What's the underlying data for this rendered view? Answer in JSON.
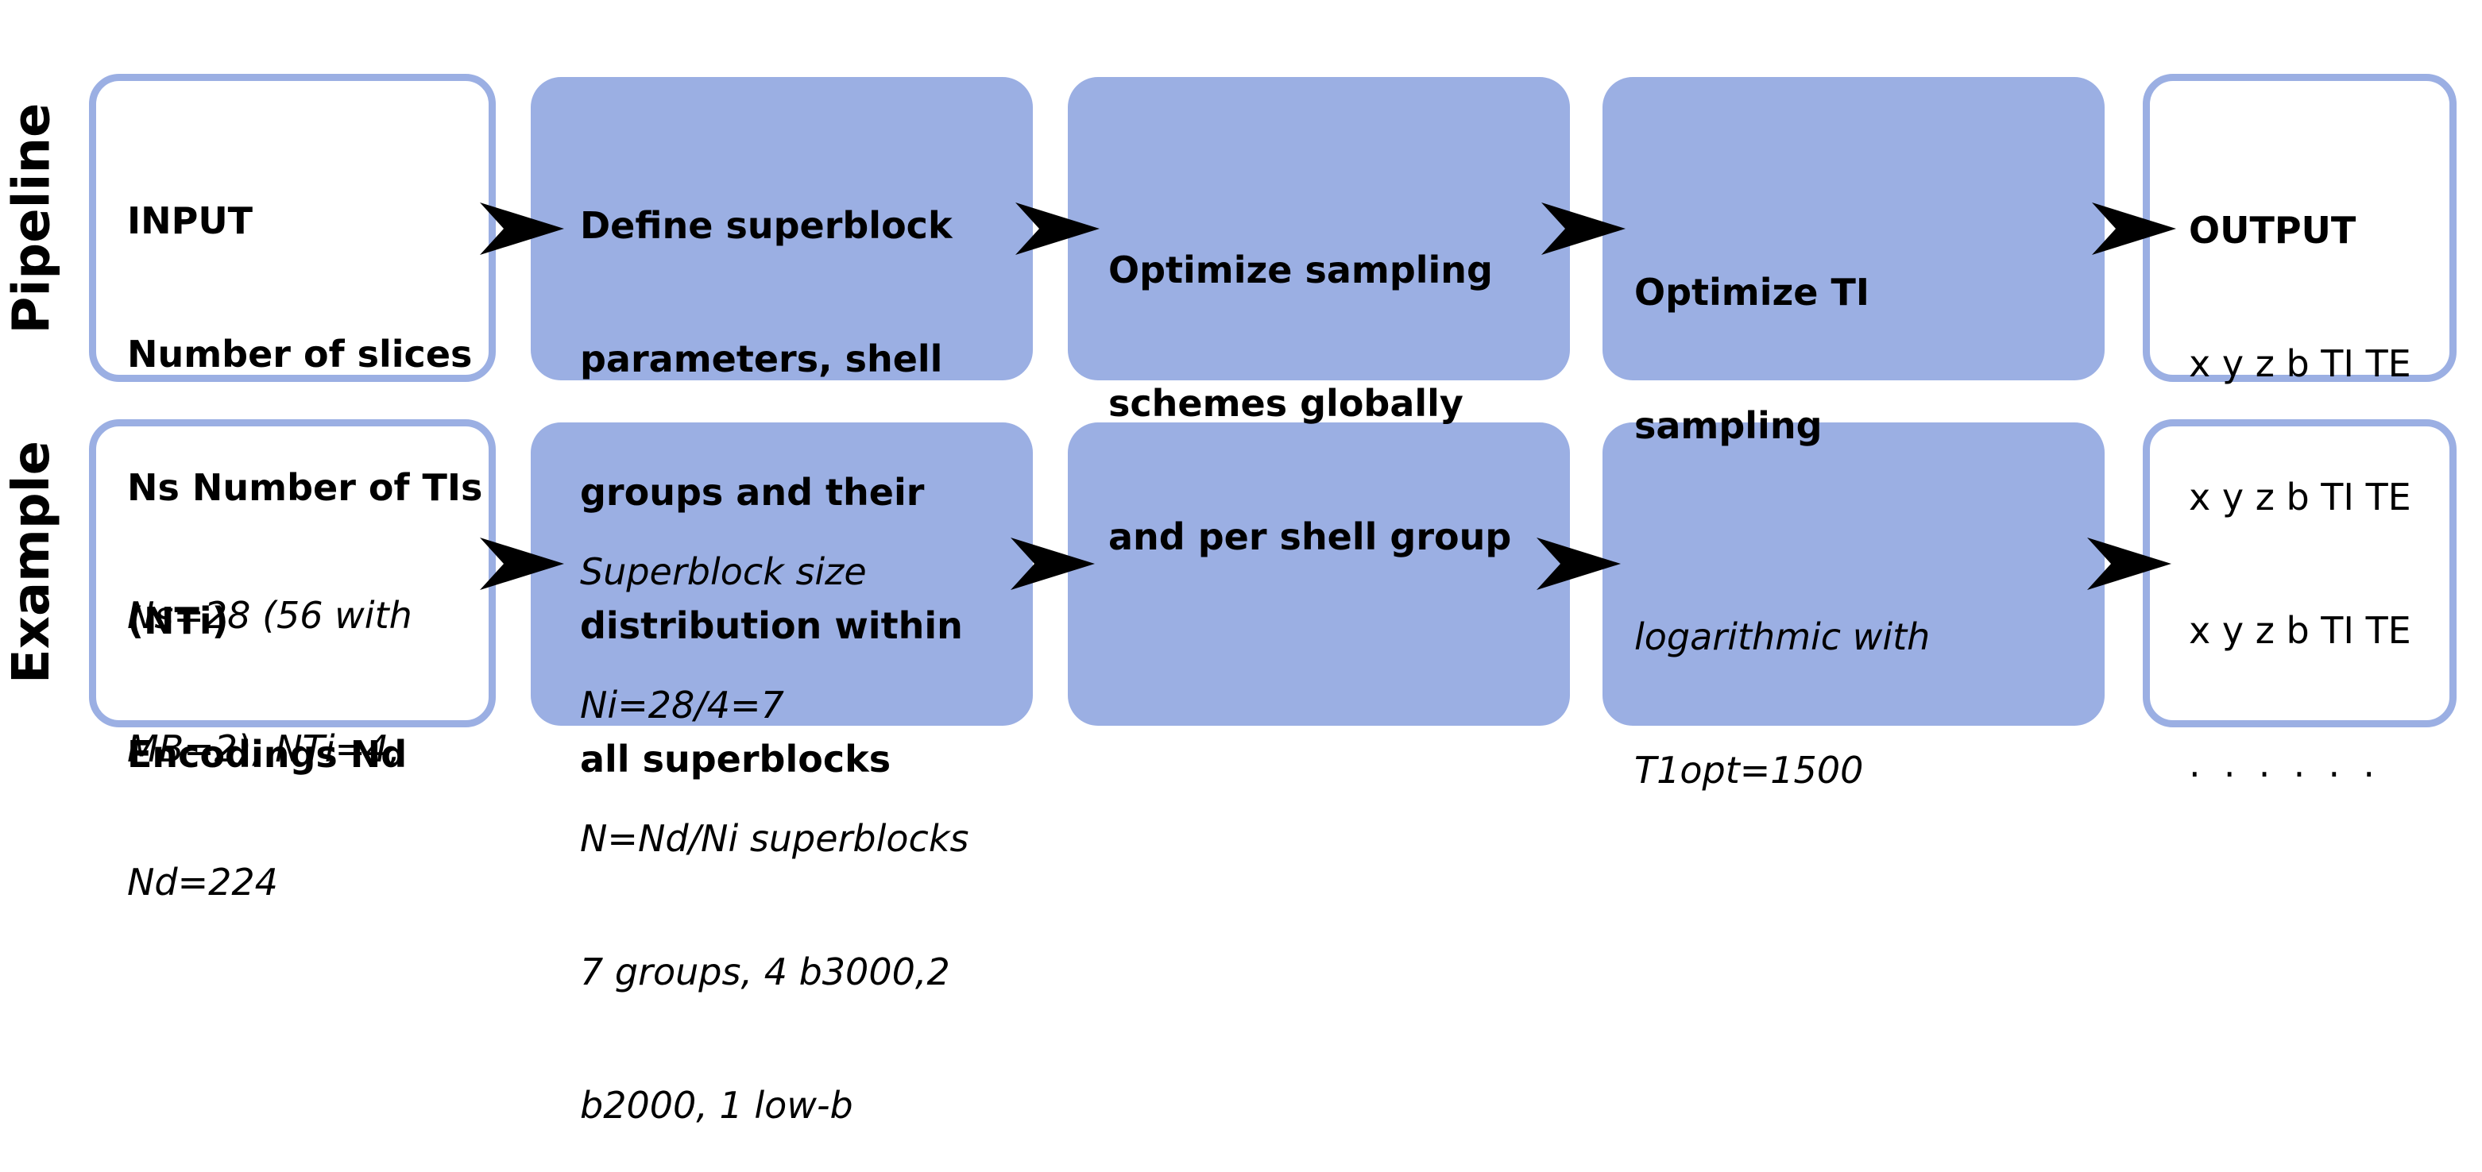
{
  "rows": {
    "pipeline_label": "Pipeline",
    "example_label": "Example"
  },
  "pipeline": {
    "input": [
      "INPUT",
      "Number of slices",
      "Ns Number of TIs",
      "(NTi)",
      "Encodings Nd"
    ],
    "step1": [
      "Define superblock",
      "parameters, shell",
      "groups and their",
      "distribution within",
      "all superblocks"
    ],
    "step2": [
      "Optimize sampling",
      "schemes globally",
      "and per shell group"
    ],
    "step3": [
      "Optimize TI",
      "sampling"
    ],
    "output_title": "OUTPUT",
    "output_lines": [
      "x y z b TI TE",
      "x y z b TI TE",
      "x y z b TI TE",
      ".  .  .  .  .  ."
    ]
  },
  "example": {
    "input": [
      "Ns=28 (56 with",
      "MB=2), NTi=4,",
      "Nd=224"
    ],
    "step1": [
      "Superblock size",
      "Ni=28/4=7",
      "N=Nd/Ni superblocks",
      "7 groups, 4 b3000,2",
      "b2000, 1 low-b"
    ],
    "step2": [],
    "step3": [
      "logarithmic with",
      "T1opt=1500"
    ]
  },
  "colors": {
    "box_fill": "#9bafe3",
    "box_border": "#9bafe3",
    "arrow": "#000000"
  }
}
